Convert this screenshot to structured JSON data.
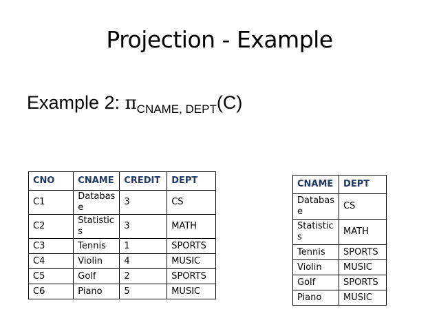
{
  "title": "Projection - Example",
  "example": {
    "prefix": "Example 2: ",
    "symbol": "π",
    "subscript": "CNAME, DEPT",
    "suffix": "(C)"
  },
  "source_table": {
    "headers": [
      "CNO",
      "CNAME",
      "CREDIT",
      "DEPT"
    ],
    "rows": [
      [
        "C1",
        "Databas\ne",
        "3",
        "CS"
      ],
      [
        "C2",
        "Statistic\ns",
        "3",
        "MATH"
      ],
      [
        "C3",
        "Tennis",
        "1",
        "SPORTS"
      ],
      [
        "C4",
        "Violin",
        "4",
        "MUSIC"
      ],
      [
        "C5",
        "Golf",
        "2",
        "SPORTS"
      ],
      [
        "C6",
        "Piano",
        "5",
        "MUSIC"
      ]
    ]
  },
  "result_table": {
    "headers": [
      "CNAME",
      "DEPT"
    ],
    "rows": [
      [
        "Databas\ne",
        "CS"
      ],
      [
        "Statistic\ns",
        "MATH"
      ],
      [
        "Tennis",
        "SPORTS"
      ],
      [
        "Violin",
        "MUSIC"
      ],
      [
        "Golf",
        "SPORTS"
      ],
      [
        "Piano",
        "MUSIC"
      ]
    ]
  }
}
